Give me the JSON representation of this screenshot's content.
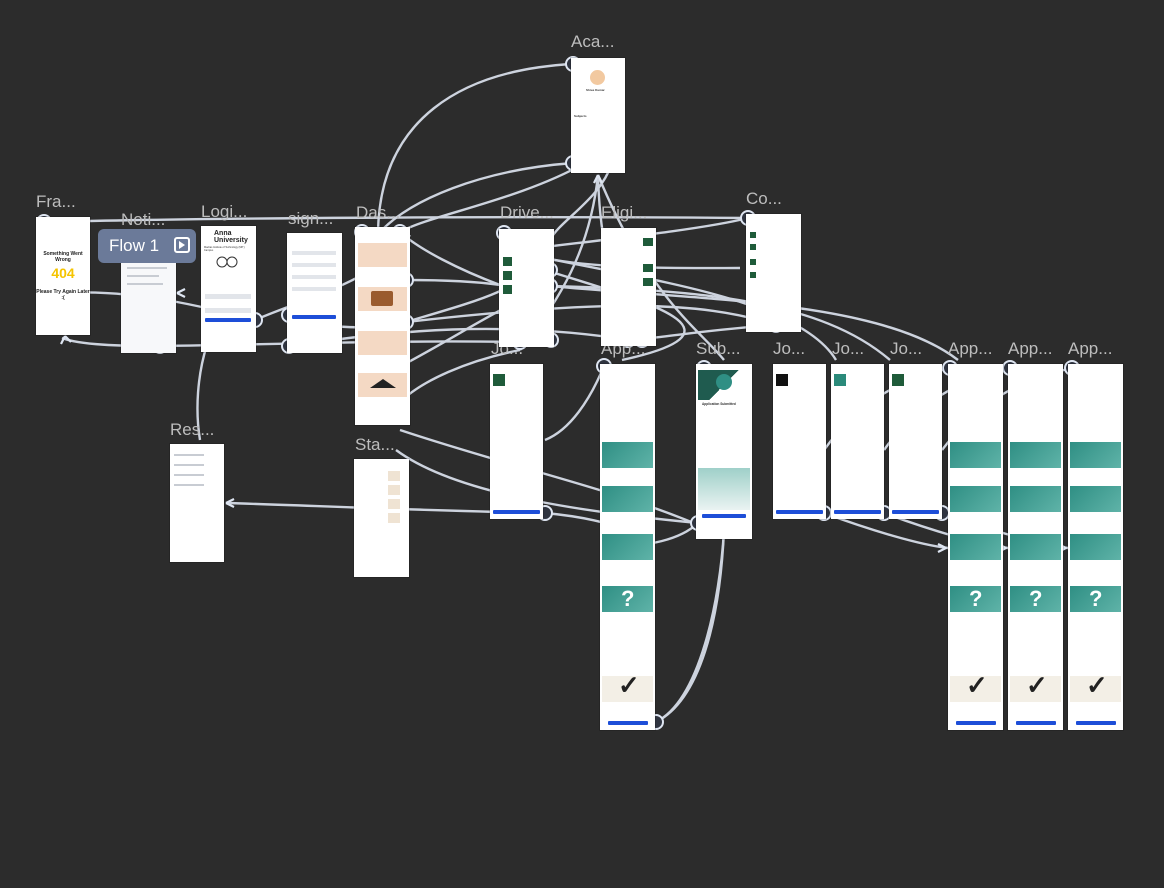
{
  "canvas": {
    "flow_badge": "Flow 1",
    "frames": [
      {
        "id": "academic",
        "label": "Aca..."
      },
      {
        "id": "frame",
        "label": "Fra..."
      },
      {
        "id": "notifications",
        "label": "Noti..."
      },
      {
        "id": "login",
        "label": "Logi..."
      },
      {
        "id": "signup",
        "label": "sign..."
      },
      {
        "id": "dashboard",
        "label": "Das..."
      },
      {
        "id": "drives",
        "label": "Drive..."
      },
      {
        "id": "eligibility",
        "label": "Eligi..."
      },
      {
        "id": "companies",
        "label": "Co..."
      },
      {
        "id": "jobs-a",
        "label": "Jo..."
      },
      {
        "id": "apply-a",
        "label": "App..."
      },
      {
        "id": "submitted",
        "label": "Sub..."
      },
      {
        "id": "jobs-b",
        "label": "Jo..."
      },
      {
        "id": "jobs-c",
        "label": "Jo..."
      },
      {
        "id": "jobs-d",
        "label": "Jo..."
      },
      {
        "id": "apply-b",
        "label": "App..."
      },
      {
        "id": "apply-c",
        "label": "App..."
      },
      {
        "id": "apply-d",
        "label": "App..."
      },
      {
        "id": "results",
        "label": "Res..."
      },
      {
        "id": "status",
        "label": "Sta..."
      }
    ]
  },
  "frame_screen": {
    "title": "Something Went Wrong",
    "code": "404",
    "subtitle": "Please Try Again Later :("
  },
  "login_screen": {
    "university": "Anna University",
    "college": "Madras Institute of Technology (MIT) Campus"
  },
  "academic_screen": {
    "name": "Shree Kumar",
    "section": "Subjects"
  },
  "submitted_screen": {
    "heading": "Application Submitted"
  }
}
